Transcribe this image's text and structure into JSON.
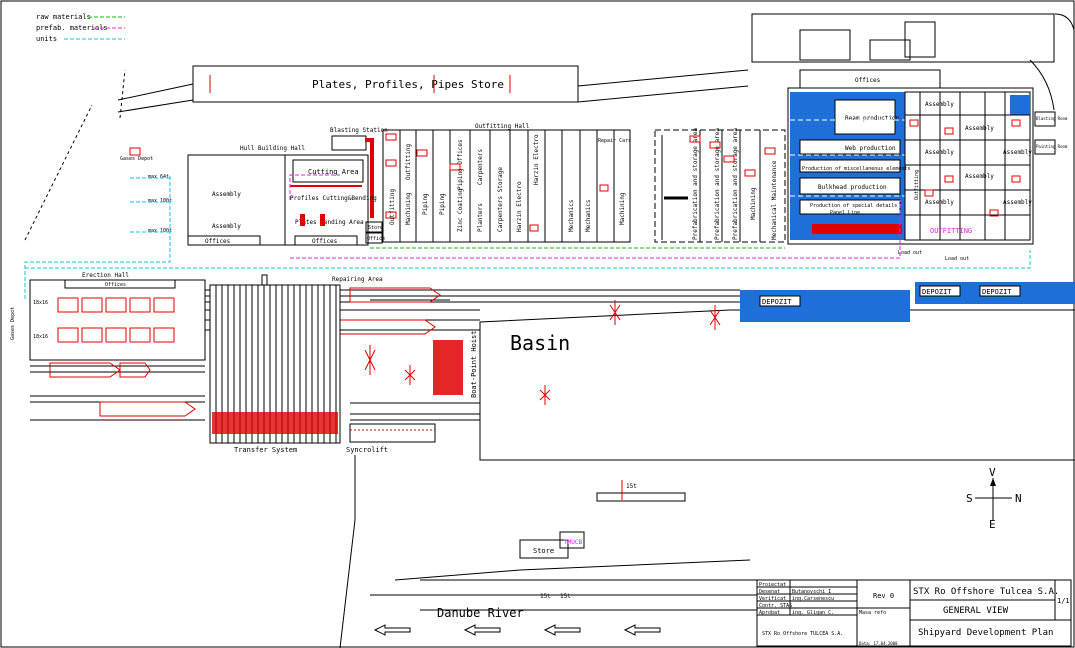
{
  "legend": {
    "raw": "raw materials",
    "prefab": "prefab. materials",
    "units": "units",
    "colors": {
      "raw": "#18b818",
      "prefab": "#e020e0",
      "units": "#10c8d8"
    }
  },
  "labels": {
    "store_main": "Plates, Profiles, Pipes Store",
    "offices_top": "Offices",
    "blasting_station": "Blasting Station",
    "outfitting_hall": "Outfitting Hall",
    "hull_hall": "Hull Building Hall",
    "cutting_area": "Cutting Area",
    "profiles": "Profiles Cutting&Bending",
    "plates_bending": "Plates Bending Area",
    "assembly_hull_1": "Assembly",
    "assembly_hull_2": "Assembly",
    "offices_hull_1": "Offices",
    "offices_hull_2": "Offices",
    "gases_depot_1": "Gases Depot",
    "max64": "max 64t",
    "max100a": "max 100t",
    "max100b": "max 100t",
    "store_small": "Store",
    "office_small": "Office",
    "outfitting_1": "Outfitting",
    "outfitting_2": "Outfitting",
    "machining_1": "Machining",
    "piping_1": "Piping",
    "piping_2": "Piping",
    "zinc_coating": "Zinc Coating",
    "piping_offices": "Piping Offices",
    "planters": "Planters",
    "carpenters": "Carpenters",
    "carpenters_storage": "Carpenters Storage",
    "harzin_electro_1": "Harzin Electro",
    "harzin_electro_2": "Harzin Electro",
    "mechanics_1": "Mechanics",
    "mechanics_2": "Mechanics",
    "repair_cars": "Repair Cars",
    "machining_2": "Machining",
    "prefab_storage_1": "Prefabrication and storage area",
    "prefab_storage_2": "Prefabrication and storage area",
    "prefab_storage_3": "Prefabrication and storage area",
    "machining_3": "Machining",
    "mech_maint": "Mechanical Maintenance",
    "beam_production": "Beam production",
    "web_production": "Web production",
    "misc_elements": "Production of miscellaneous elements",
    "bulkhead_production": "Bulkhead production",
    "special_details": "Production of special details",
    "panel_line": "Panel Line",
    "assembly_r1": "Assembly",
    "assembly_r2": "Assembly",
    "assembly_r3": "Assembly",
    "assembly_r4": "Assembly",
    "assembly_r5": "Assembly",
    "assembly_r6": "Assembly",
    "assembly_r7": "Assembly",
    "outfitting_r": "Outfitting",
    "blasting_room": "Blasting Room",
    "painting_room": "Painting Room",
    "offices_right": "Offices",
    "outfitting_label": "OUTFITTING",
    "load_out_1": "Load out",
    "load_out_2": "Load out",
    "erection_hall": "Erection Hall",
    "offices_erection": "Offices",
    "gases_depot_2": "Gases Depot",
    "dim1": "18x16",
    "dim2": "18x16",
    "repairing_area": "Repairing Area",
    "basin": "Basin",
    "boat_hoist": "Boat-Point Hoist",
    "transfer_system": "Transfer System",
    "syncrolift": "Syncrolift",
    "depozit_1": "DEPOZIT",
    "depozit_2": "DEPOZIT",
    "depozit_3": "DEPOZIT",
    "crane_15t": "15t",
    "crane_15t_a": "15t",
    "crane_15t_b": "15t",
    "store_shore": "Store",
    "tmucb": "TMUCB",
    "river": "Danube River",
    "compass": {
      "n": "N",
      "s": "S",
      "e": "E",
      "v": "V"
    }
  },
  "titleblock": {
    "proiectat": "Proiectat",
    "desenat": "Desenat",
    "desenat_name": "Butanovschi I",
    "verificat": "Verificat",
    "verificat_name": "ing.Carsenescu",
    "contr": "Contr. STAS",
    "aprobat": "Aprobat",
    "aprobat_name": "ing. Gligan C.",
    "rev": "Rev 0",
    "masa": "Masa refo",
    "company_title": "STX Ro Offshore Tulcea S.A.",
    "view": "GENERAL VIEW",
    "plan": "Shipyard Development Plan",
    "sheet": "1/1",
    "company_small": "STX Ro Offshore TULCEA S.A.",
    "date": "Data: 17.04.2008"
  }
}
